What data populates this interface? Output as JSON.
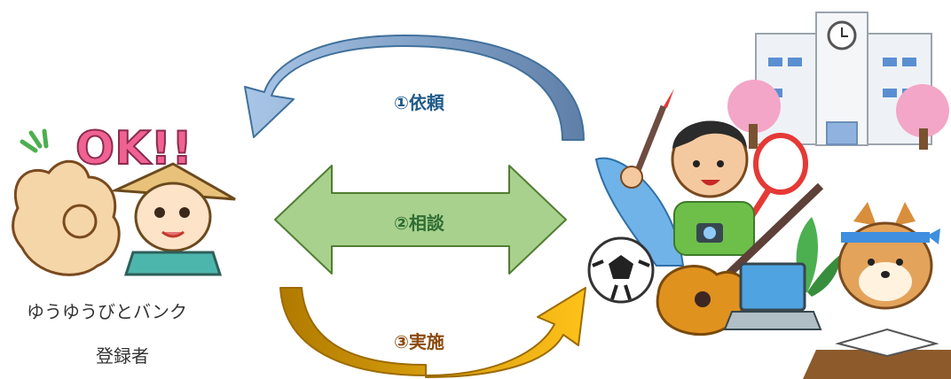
{
  "left_caption": {
    "line1": "ゆうゆうびとバンク",
    "line2": "登録者"
  },
  "mascot": {
    "ok_text": "OK!!"
  },
  "arrows": {
    "request": {
      "label": "①依頼",
      "color": "#215b8a",
      "fill": "#7ea7d3"
    },
    "consult": {
      "label": "②相談",
      "color": "#2f6d34",
      "fill": "#a9d18e"
    },
    "implement": {
      "label": "③実施",
      "color": "#8a4a0c",
      "fill": "#e6a000"
    }
  },
  "icons": [
    "ok-mascot-icon",
    "school-building-icon",
    "cherry-tree-icon",
    "boy-with-paintbrush-icon",
    "soccer-ball-icon",
    "guitar-icon",
    "tennis-racket-icon",
    "laptop-icon",
    "shiba-dog-studying-icon",
    "plant-icon"
  ]
}
